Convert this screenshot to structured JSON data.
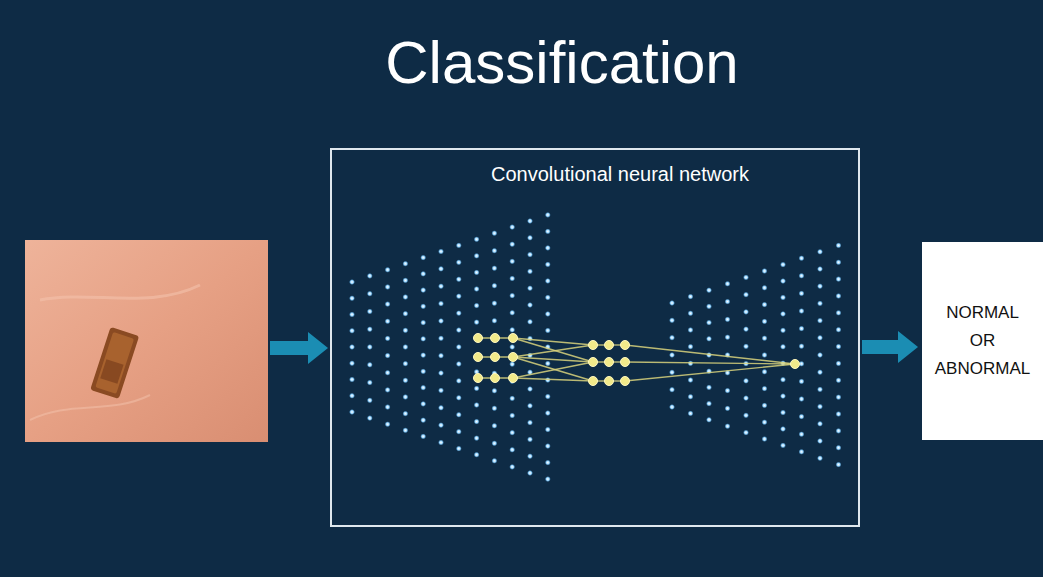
{
  "diagram": {
    "title": "Classification",
    "nodes": [
      {
        "text": [
          "Convolutional neural network"
        ]
      },
      {
        "text": [
          "NORMAL OR ABNORMAL"
        ]
      }
    ],
    "edges": [
      {
        "from": 0,
        "to": 1,
        "arrow": "to"
      }
    ]
  }
}
